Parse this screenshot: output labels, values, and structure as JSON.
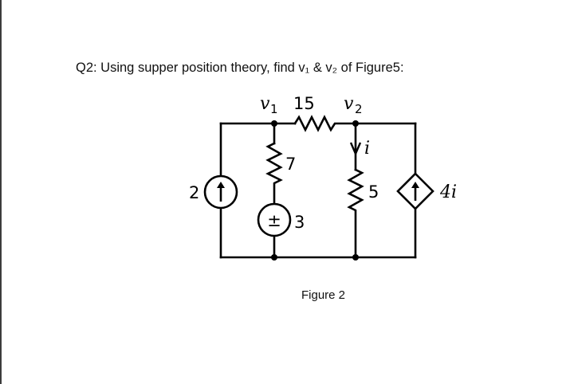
{
  "question": {
    "text": "Q2: Using supper position theory, find v₁ & v₂ of Figure5:"
  },
  "figure": {
    "caption": "Figure 2",
    "nodes": {
      "v1_var": "v",
      "v1_sub": "1",
      "v2_var": "v",
      "v2_sub": "2"
    },
    "components": {
      "r_series_value": "15",
      "r_left_value": "7",
      "r_right_value": "5",
      "current_source_value": "2",
      "voltage_source_value": "3",
      "voltage_source_symbol": "±",
      "dependent_source_value": "4i",
      "current_label": "i"
    }
  }
}
